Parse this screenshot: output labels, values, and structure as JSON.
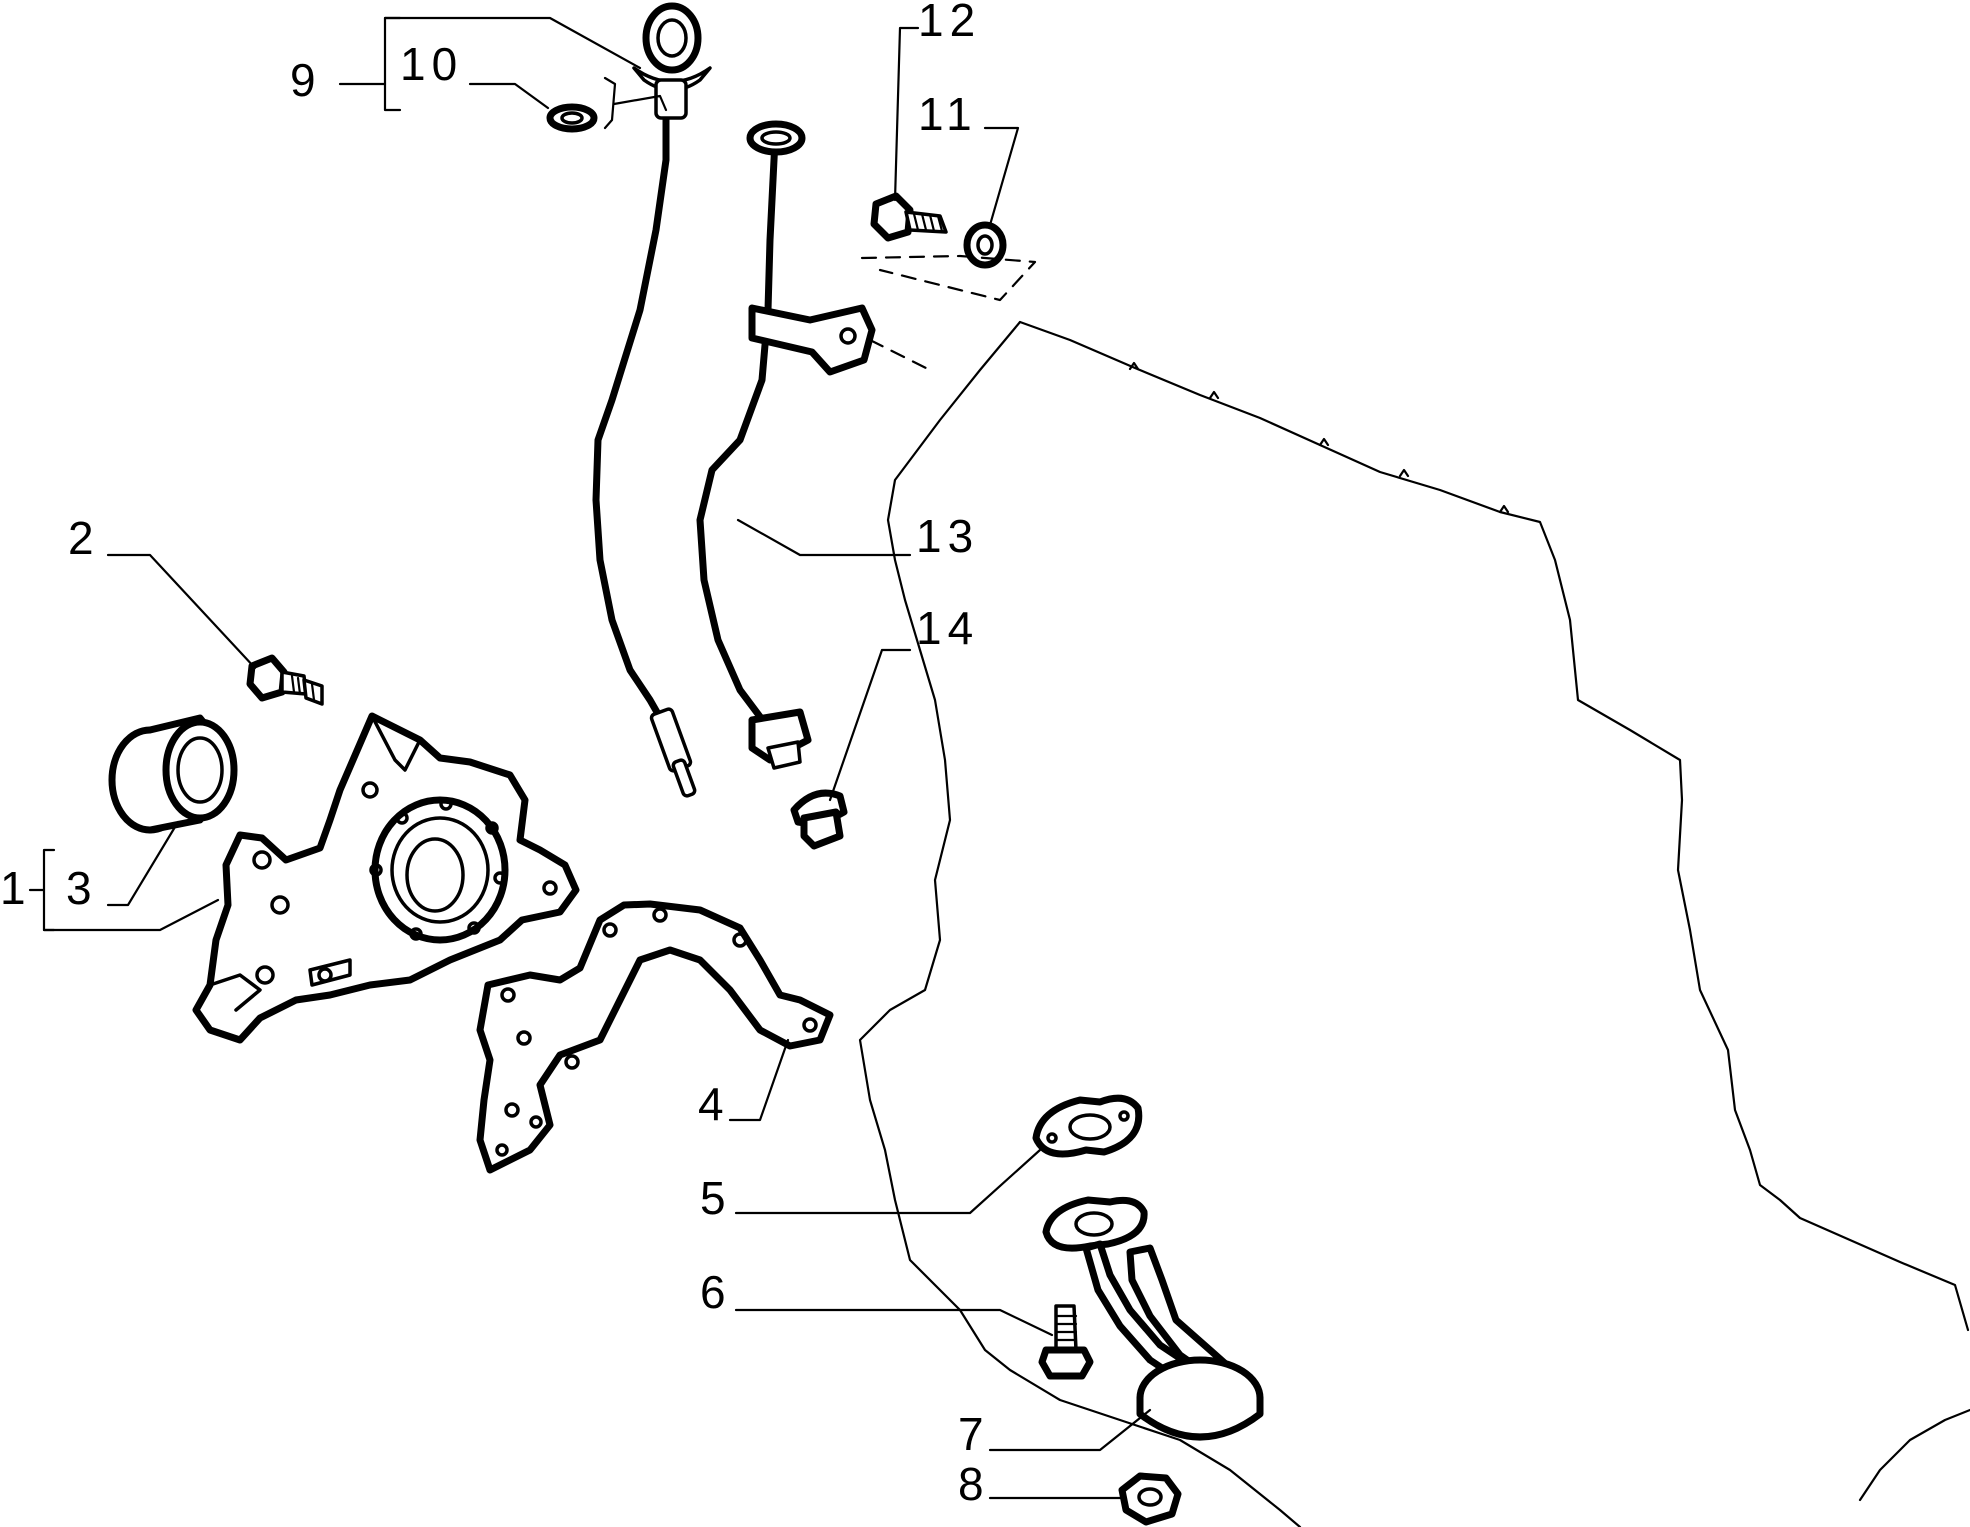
{
  "diagram": {
    "colors": {
      "ink": "#000000",
      "background": "#ffffff"
    },
    "callouts": [
      {
        "id": "1",
        "text": "1"
      },
      {
        "id": "2",
        "text": "2"
      },
      {
        "id": "3",
        "text": "3"
      },
      {
        "id": "4",
        "text": "4"
      },
      {
        "id": "5",
        "text": "5"
      },
      {
        "id": "6",
        "text": "6"
      },
      {
        "id": "7",
        "text": "7"
      },
      {
        "id": "8",
        "text": "8"
      },
      {
        "id": "9",
        "text": "9"
      },
      {
        "id": "10",
        "text": "10"
      },
      {
        "id": "11",
        "text": "11"
      },
      {
        "id": "12",
        "text": "12"
      },
      {
        "id": "13",
        "text": "13"
      },
      {
        "id": "14",
        "text": "14"
      }
    ]
  }
}
